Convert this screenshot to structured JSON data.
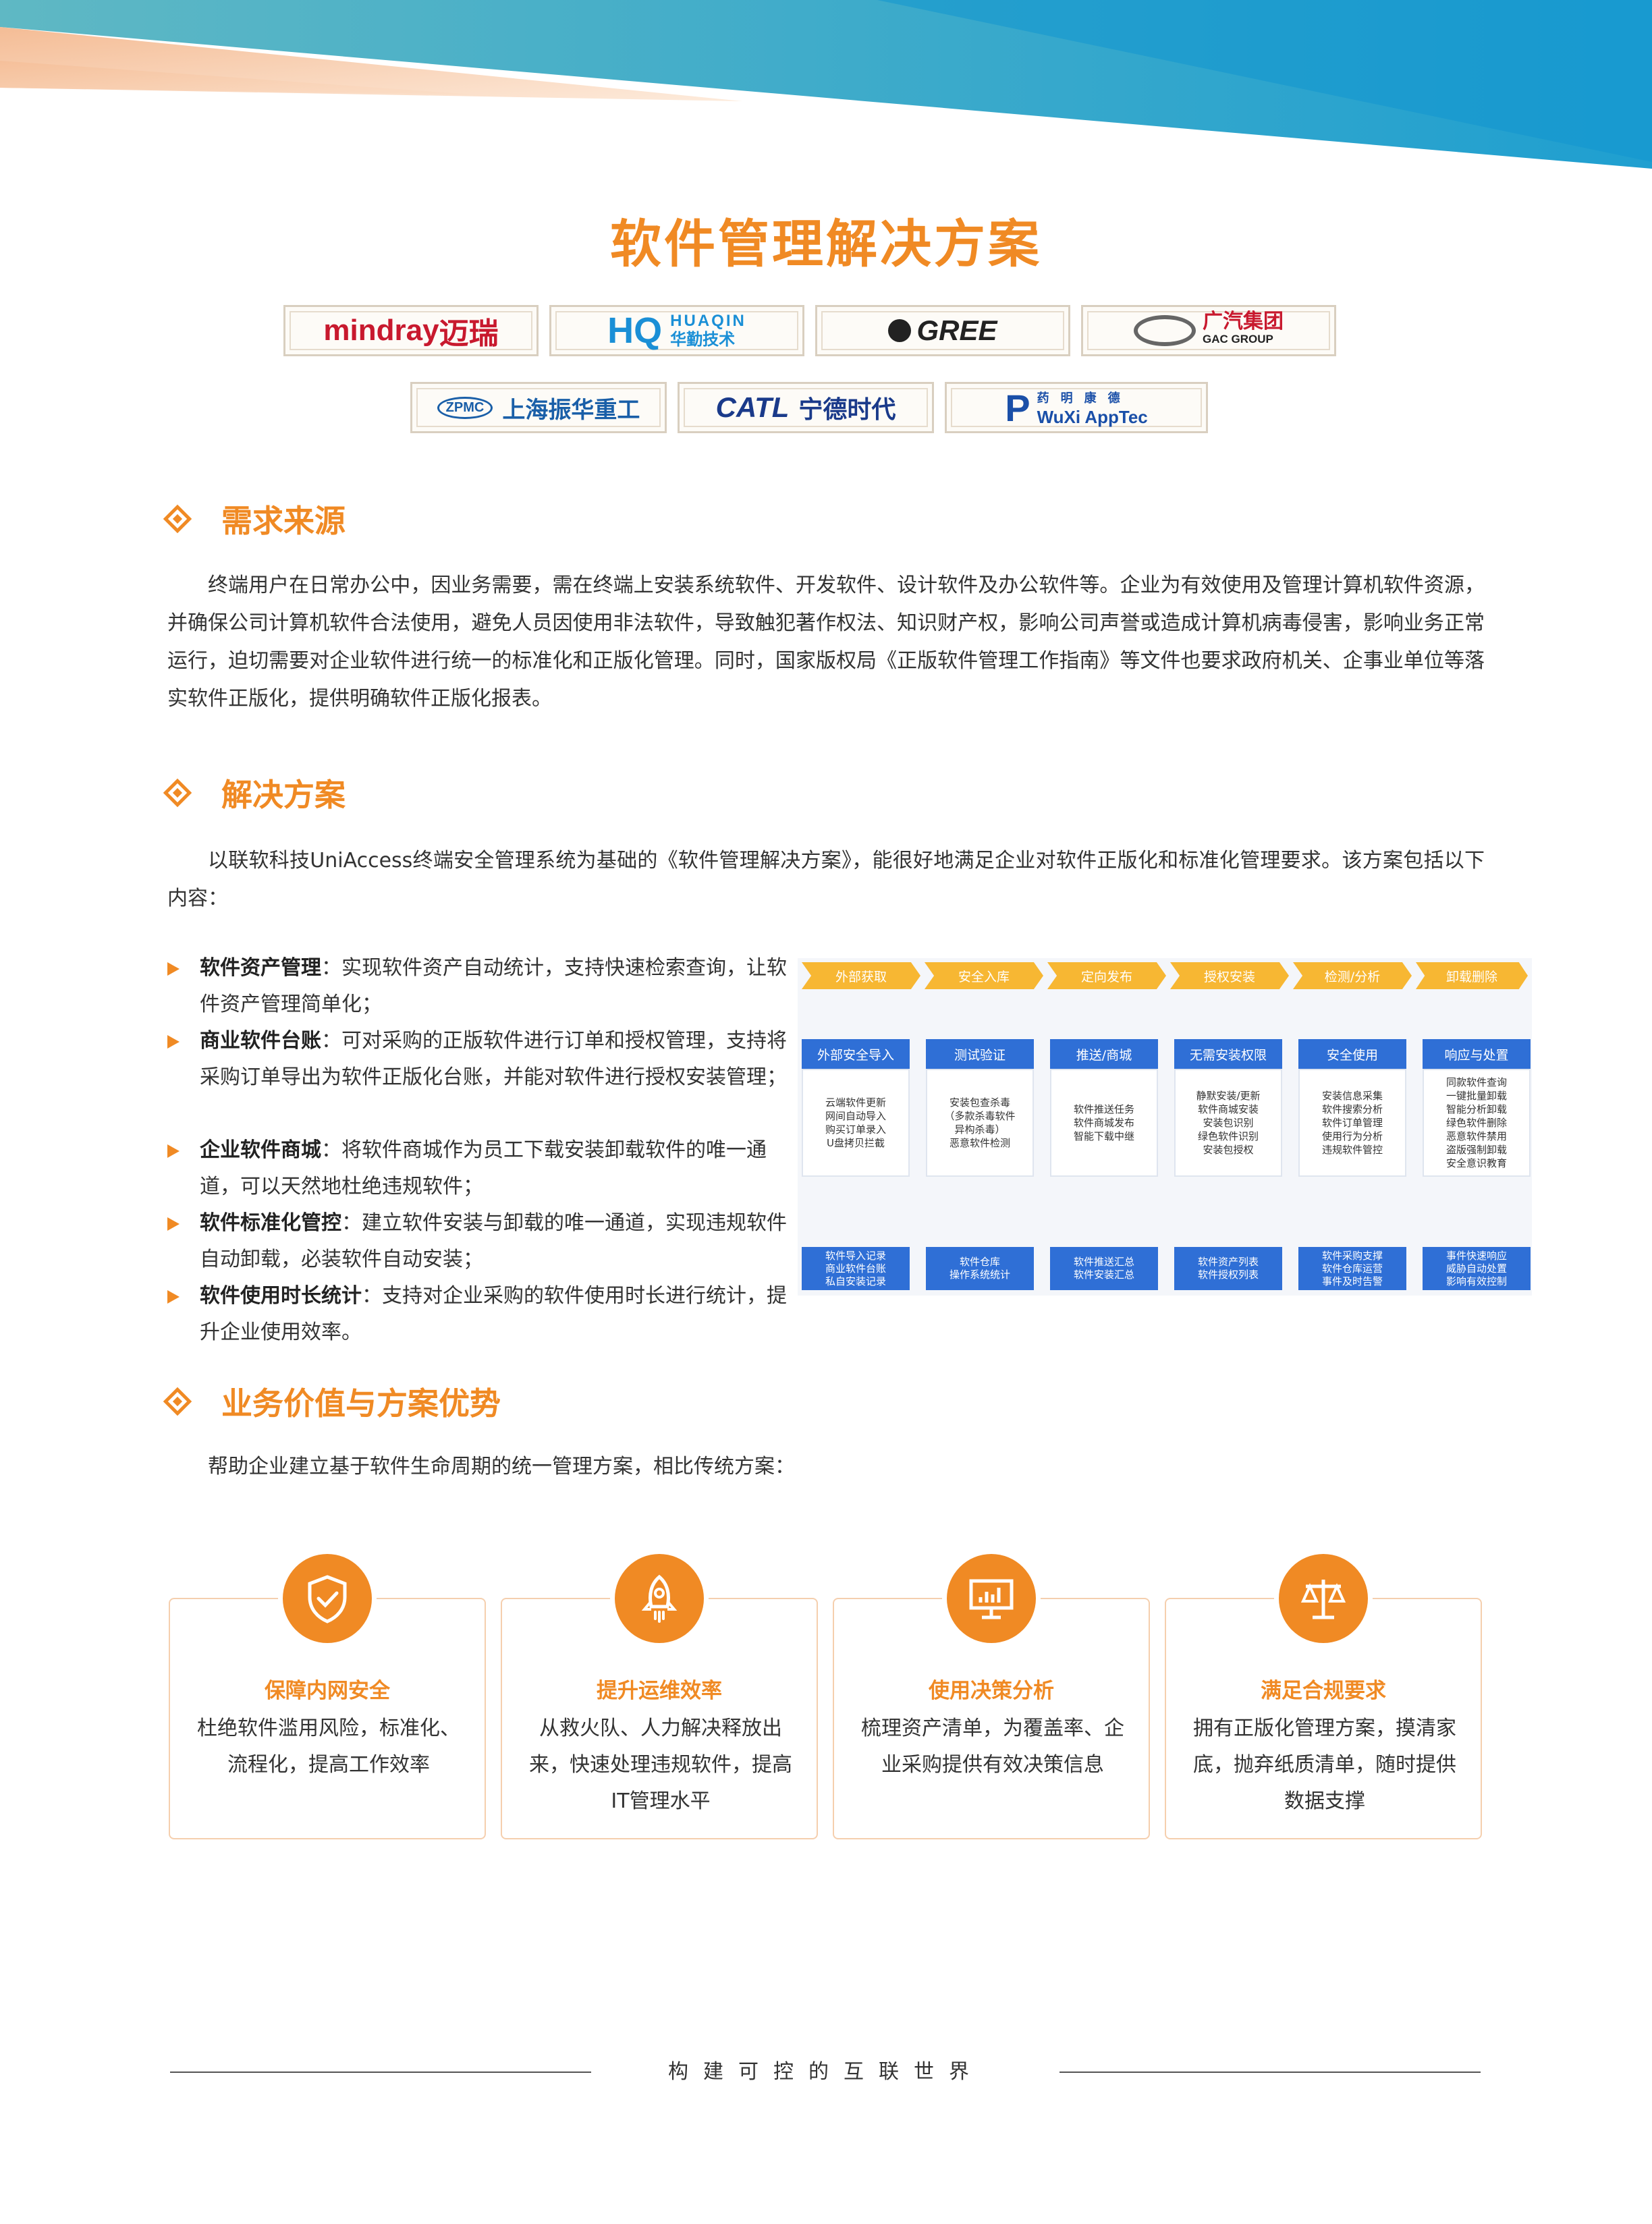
{
  "title": "软件管理解决方案",
  "logos": [
    "mindray迈瑞",
    "HUAQIN 华勤技术",
    "GREE",
    "广汽集团 GAC GROUP",
    "ZPMC 上海振华重工",
    "CATL 宁德时代",
    "药明康德 WuXi AppTec"
  ],
  "logo_text": {
    "mindray": "mindray",
    "mindray_cn": "迈瑞",
    "huaqin": "HUAQIN",
    "huaqin_cn": "华勤技术",
    "gree": "GREE",
    "gac_cn": "广汽集团",
    "gac_en": "GAC GROUP",
    "zpmc": "ZPMC",
    "zpmc_cn": "上海振华重工",
    "catl": "CATL",
    "catl_cn": "宁德时代",
    "wuxi_cn": "药 明 康 德",
    "wuxi_en": "WuXi AppTec"
  },
  "sections": {
    "demand": {
      "heading": "需求来源",
      "paragraph": "终端用户在日常办公中，因业务需要，需在终端上安装系统软件、开发软件、设计软件及办公软件等。企业为有效使用及管理计算机软件资源，并确保公司计算机软件合法使用，避免人员因使用非法软件，导致触犯著作权法、知识财产权，影响公司声誉或造成计算机病毒侵害，影响业务正常运行，迫切需要对企业软件进行统一的标准化和正版化管理。同时，国家版权局《正版软件管理工作指南》等文件也要求政府机关、企事业单位等落实软件正版化，提供明确软件正版化报表。"
    },
    "solution": {
      "heading": "解决方案",
      "paragraph": "以联软科技UniAccess终端安全管理系统为基础的《软件管理解决方案》，能很好地满足企业对软件正版化和标准化管理要求。该方案包括以下内容：",
      "bullets": [
        {
          "label": "软件资产管理",
          "text": "：实现软件资产自动统计，支持快速检索查询，让软件资产管理简单化；"
        },
        {
          "label": "商业软件台账",
          "text": "：可对采购的正版软件进行订单和授权管理，支持将采购订单导出为软件正版化台账，并能对软件进行授权安装管理；"
        },
        {
          "label": "企业软件商城",
          "text": "：将软件商城作为员工下载安装卸载软件的唯一通道，可以天然地杜绝违规软件；"
        },
        {
          "label": "软件标准化管控",
          "text": "：建立软件安装与卸载的唯一通道，实现违规软件自动卸载，必装软件自动安装；"
        },
        {
          "label": "软件使用时长统计",
          "text": "：支持对企业采购的软件使用时长进行统计，提升企业使用效率。"
        }
      ]
    },
    "value": {
      "heading": "业务价值与方案优势",
      "paragraph": "帮助企业建立基于软件生命周期的统一管理方案，相比传统方案："
    }
  },
  "diagram": {
    "stages": [
      "外部获取",
      "安全入库",
      "定向发布",
      "授权安装",
      "检测/分析",
      "卸载删除"
    ],
    "columns": [
      {
        "head": "外部安全导入",
        "body": [
          "云端软件更新",
          "网间自动导入",
          "购买订单录入",
          "U盘拷贝拦截"
        ],
        "foot": [
          "软件导入记录",
          "商业软件台账",
          "私自安装记录"
        ]
      },
      {
        "head": "测试验证",
        "body": [
          "安装包查杀毒",
          "（多款杀毒软件",
          "异构杀毒）",
          "恶意软件检测"
        ],
        "foot": [
          "软件仓库",
          "操作系统统计"
        ]
      },
      {
        "head": "推送/商城",
        "body": [
          "软件推送任务",
          "软件商城发布",
          "智能下载中继"
        ],
        "foot": [
          "软件推送汇总",
          "软件安装汇总"
        ]
      },
      {
        "head": "无需安装权限",
        "body": [
          "静默安装/更新",
          "软件商城安装",
          "安装包识别",
          "绿色软件识别",
          "安装包授权"
        ],
        "foot": [
          "软件资产列表",
          "软件授权列表"
        ]
      },
      {
        "head": "安全使用",
        "body": [
          "安装信息采集",
          "软件搜索分析",
          "软件订单管理",
          "使用行为分析",
          "违规软件管控"
        ],
        "foot": [
          "软件采购支撑",
          "软件仓库运营",
          "事件及时告警"
        ]
      },
      {
        "head": "响应与处置",
        "body": [
          "同款软件查询",
          "一键批量卸载",
          "智能分析卸载",
          "绿色软件删除",
          "恶意软件禁用",
          "盗版强制卸载",
          "安全意识教育"
        ],
        "foot": [
          "事件快速响应",
          "威胁自动处置",
          "影响有效控制"
        ]
      }
    ]
  },
  "cards": [
    {
      "title": "保障内网安全",
      "text": "杜绝软件滥用风险，标准化、流程化，提高工作效率",
      "icon": "shield-check-icon"
    },
    {
      "title": "提升运维效率",
      "text": "从救火队、人力解决释放出来，快速处理违规软件，提高IT管理水平",
      "icon": "rocket-icon"
    },
    {
      "title": "使用决策分析",
      "text": "梳理资产清单，为覆盖率、企业采购提供有效决策信息",
      "icon": "chart-screen-icon"
    },
    {
      "title": "满足合规要求",
      "text": "拥有正版化管理方案，摸清家底，抛弃纸质清单，随时提供数据支撑",
      "icon": "scale-icon"
    }
  ],
  "footer": "构建可控的互联世界",
  "colors": {
    "accent": "#f08a24",
    "diagram_blue": "#2f6fd6",
    "diagram_yellow": "#f7b733"
  }
}
